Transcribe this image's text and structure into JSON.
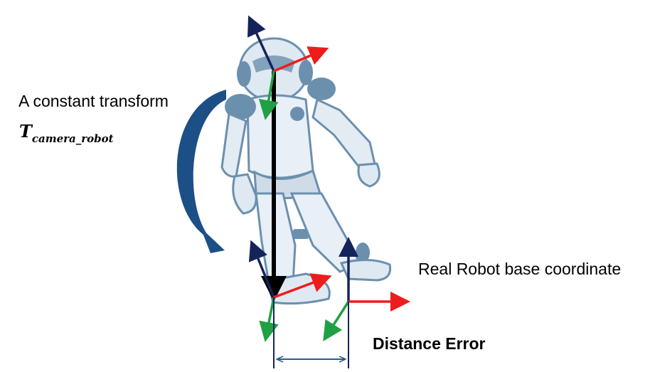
{
  "labels": {
    "constant_transform": "A constant transform",
    "transform_symbol": "T",
    "transform_subscript": "camera_robot",
    "real_base": "Real Robot base coordinate",
    "distance_error": "Distance Error"
  },
  "colors": {
    "x_axis": "#ee1c1c",
    "y_axis": "#1fa045",
    "z_axis": "#14235a",
    "transform_link": "#000000",
    "curved_arrow": "#1b4f86",
    "robot_tint": "#6b90ae",
    "robot_light": "#dfe9f2"
  }
}
